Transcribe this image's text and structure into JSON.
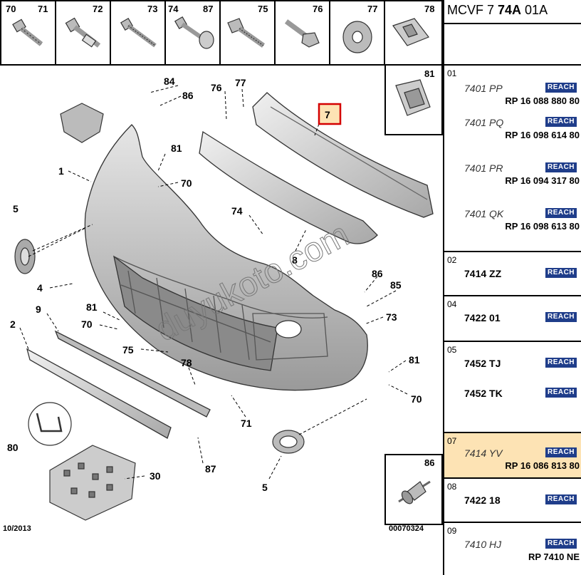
{
  "diagram": {
    "top_cells": [
      "70",
      "71",
      "72",
      "73",
      "74",
      "87",
      "75",
      "76",
      "77",
      "78"
    ],
    "inset_81": "81",
    "inset_86": "86",
    "highlight_label": "7",
    "callouts": {
      "c84": "84",
      "c86a": "86",
      "c76": "76",
      "c77": "77",
      "c1": "1",
      "c81a": "81",
      "c70a": "70",
      "c5a": "5",
      "c74": "74",
      "c8": "8",
      "c4": "4",
      "c86b": "86",
      "c85": "85",
      "c73": "73",
      "c9": "9",
      "c81b": "81",
      "c70b": "70",
      "c2": "2",
      "c75": "75",
      "c78": "78",
      "c81c": "81",
      "c70c": "70",
      "c71": "71",
      "c80": "80",
      "c87": "87",
      "c30": "30",
      "c5b": "5"
    },
    "footer_date": "10/2013",
    "footer_ref": "00070324"
  },
  "panel": {
    "header_pre": "MCVF 7 ",
    "header_bold": "74A",
    "header_post": " 01A",
    "rows": [
      {
        "idx": "01",
        "entries": [
          {
            "code": "7401 PP",
            "reach": "REACH",
            "rp": "RP 16 088 880 80"
          },
          {
            "code": "7401 PQ",
            "reach": "REACH",
            "rp": "RP 16 098 614 80"
          },
          {
            "code": "7401 PR",
            "reach": "REACH",
            "rp": "RP 16 094 317 80"
          },
          {
            "code": "7401 QK",
            "reach": "REACH",
            "rp": "RP 16 098 613 80"
          }
        ]
      },
      {
        "idx": "02",
        "entries": [
          {
            "code": "7414 ZZ",
            "reach": "REACH"
          }
        ]
      },
      {
        "idx": "04",
        "entries": [
          {
            "code": "7422 01",
            "reach": "REACH"
          }
        ]
      },
      {
        "idx": "05",
        "entries": [
          {
            "code": "7452 TJ",
            "reach": "REACH"
          },
          {
            "code": "7452 TK",
            "reach": "REACH"
          }
        ]
      },
      {
        "idx": "07",
        "entries": [
          {
            "code": "7414 YV",
            "reach": "REACH",
            "rp": "RP 16 086 813 80"
          }
        ]
      },
      {
        "idx": "08",
        "entries": [
          {
            "code": "7422 18",
            "reach": "REACH"
          }
        ]
      },
      {
        "idx": "09",
        "entries": [
          {
            "code": "7410 HJ",
            "reach": "REACH",
            "rp": "RP 7410 NE"
          }
        ]
      }
    ]
  },
  "watermark": "duyukoto.com",
  "colors": {
    "highlight": "#d40000",
    "highlight_fill": "#fde3b4",
    "reach_badge": "#1f3d8a",
    "part_fill": "#c9c9c9"
  }
}
